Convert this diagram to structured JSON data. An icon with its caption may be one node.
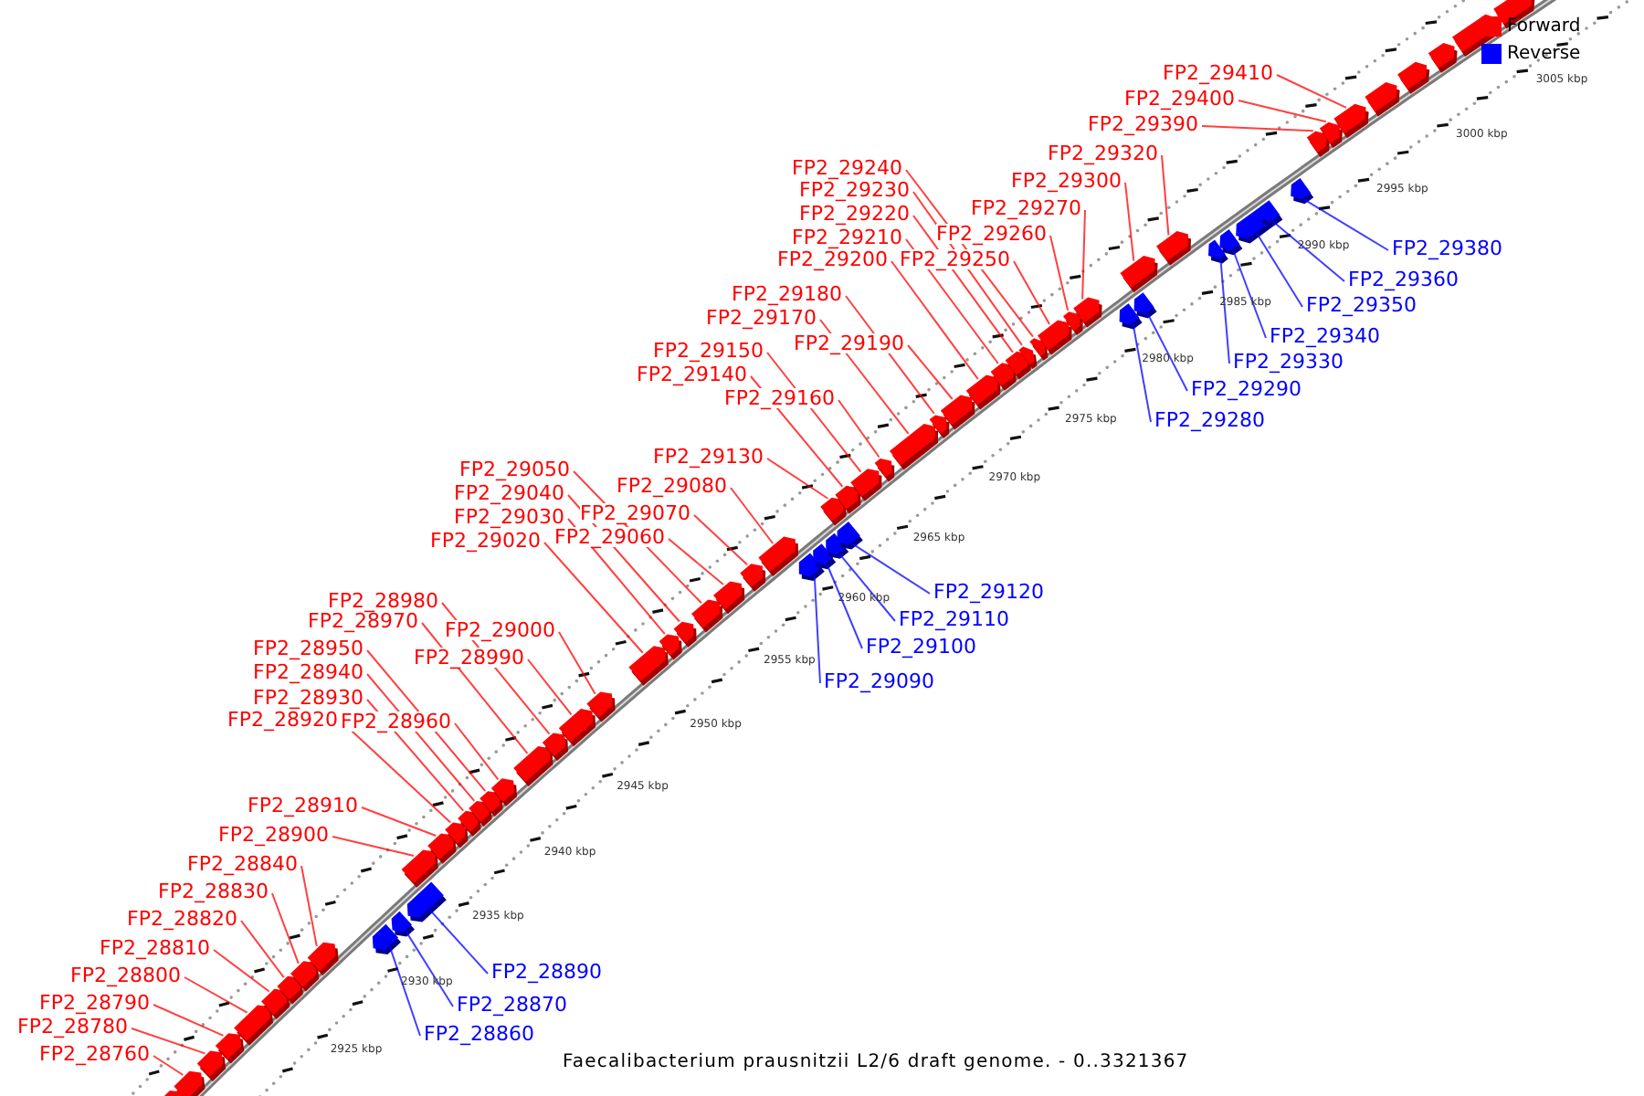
{
  "diagram": {
    "caption": "Faecalibacterium prausnitzii L2/6 draft genome. - 0..3321367",
    "nodes": [
      {
        "text": [
          "FP2_28760"
        ]
      },
      {
        "text": [],
        "shape": "arrow"
      },
      {
        "text": [
          "FP2_28780"
        ]
      },
      {
        "text": [],
        "shape": "arrow"
      },
      {
        "text": [
          "FP2_28790"
        ]
      },
      {
        "text": [],
        "shape": "arrow"
      },
      {
        "text": [
          "FP2_28800"
        ]
      },
      {
        "text": [],
        "shape": "arrow"
      },
      {
        "text": [
          "FP2_28810"
        ]
      },
      {
        "text": [],
        "shape": "arrow"
      },
      {
        "text": [
          "FP2_28820"
        ]
      },
      {
        "text": [],
        "shape": "arrow"
      },
      {
        "text": [
          "FP2_28830"
        ]
      },
      {
        "text": [],
        "shape": "arrow"
      },
      {
        "text": [
          "FP2_28840"
        ]
      },
      {
        "text": [],
        "shape": "arrow"
      },
      {
        "text": [
          "FP2_28860"
        ]
      },
      {
        "text": [],
        "shape": "arrow"
      },
      {
        "text": [
          "FP2_28870"
        ]
      },
      {
        "text": [],
        "shape": "arrow"
      },
      {
        "text": [
          "FP2_28890"
        ]
      },
      {
        "text": [],
        "shape": "arrow"
      },
      {
        "text": [
          "FP2_28900"
        ]
      },
      {
        "text": [],
        "shape": "arrow"
      },
      {
        "text": [
          "FP2_28910"
        ]
      },
      {
        "text": [],
        "shape": "arrow"
      },
      {
        "text": [
          "FP2_28920"
        ]
      },
      {
        "text": [],
        "shape": "arrow"
      },
      {
        "text": [
          "FP2_28930"
        ]
      },
      {
        "text": [],
        "shape": "arrow"
      },
      {
        "text": [
          "FP2_28940"
        ]
      },
      {
        "text": [],
        "shape": "arrow"
      },
      {
        "text": [
          "FP2_28950"
        ]
      },
      {
        "text": [],
        "shape": "arrow"
      },
      {
        "text": [
          "FP2_28960"
        ]
      },
      {
        "text": [],
        "shape": "arrow"
      },
      {
        "text": [
          "FP2_28970"
        ]
      },
      {
        "text": [],
        "shape": "arrow"
      },
      {
        "text": [
          "FP2_28980"
        ]
      },
      {
        "text": [],
        "shape": "arrow"
      },
      {
        "text": [
          "FP2_28990"
        ]
      },
      {
        "text": [],
        "shape": "arrow"
      },
      {
        "text": [
          "FP2_29000"
        ]
      },
      {
        "text": [],
        "shape": "arrow"
      },
      {
        "text": [
          "FP2_29020"
        ]
      },
      {
        "text": [],
        "shape": "arrow"
      },
      {
        "text": [
          "FP2_29030"
        ]
      },
      {
        "text": [],
        "shape": "arrow"
      },
      {
        "text": [
          "FP2_29040"
        ]
      },
      {
        "text": [],
        "shape": "arrow"
      },
      {
        "text": [
          "FP2_29050"
        ]
      },
      {
        "text": [],
        "shape": "arrow"
      },
      {
        "text": [
          "FP2_29060"
        ]
      },
      {
        "text": [],
        "shape": "arrow"
      },
      {
        "text": [
          "FP2_29070"
        ]
      },
      {
        "text": [],
        "shape": "arrow"
      },
      {
        "text": [
          "FP2_29080"
        ]
      },
      {
        "text": [],
        "shape": "arrow"
      },
      {
        "text": [
          "FP2_29090"
        ]
      },
      {
        "text": [],
        "shape": "arrow"
      },
      {
        "text": [
          "FP2_29100"
        ]
      },
      {
        "text": [],
        "shape": "arrow"
      },
      {
        "text": [
          "FP2_29110"
        ]
      },
      {
        "text": [],
        "shape": "arrow"
      },
      {
        "text": [
          "FP2_29120"
        ]
      },
      {
        "text": [],
        "shape": "arrow"
      },
      {
        "text": [
          "FP2_29130"
        ]
      },
      {
        "text": [],
        "shape": "arrow"
      },
      {
        "text": [
          "FP2_29140"
        ]
      },
      {
        "text": [],
        "shape": "arrow"
      },
      {
        "text": [
          "FP2_29150"
        ]
      },
      {
        "text": [],
        "shape": "arrow"
      },
      {
        "text": [
          "FP2_29160"
        ]
      },
      {
        "text": [],
        "shape": "arrow"
      },
      {
        "text": [
          "FP2_29170"
        ]
      },
      {
        "text": [],
        "shape": "arrow"
      },
      {
        "text": [
          "FP2_29180"
        ]
      },
      {
        "text": [],
        "shape": "arrow"
      },
      {
        "text": [
          "FP2_29190"
        ]
      },
      {
        "text": [],
        "shape": "arrow"
      },
      {
        "text": [
          "FP2_29200"
        ]
      },
      {
        "text": [],
        "shape": "arrow"
      },
      {
        "text": [
          "FP2_29210"
        ]
      },
      {
        "text": [],
        "shape": "arrow"
      },
      {
        "text": [
          "FP2_29220"
        ]
      },
      {
        "text": [],
        "shape": "arrow"
      },
      {
        "text": [
          "FP2_29230"
        ]
      },
      {
        "text": [],
        "shape": "arrow"
      },
      {
        "text": [
          "FP2_29240"
        ]
      },
      {
        "text": [],
        "shape": "arrow"
      },
      {
        "text": [
          "FP2_29250"
        ]
      },
      {
        "text": [],
        "shape": "arrow"
      },
      {
        "text": [
          "FP2_29260"
        ]
      },
      {
        "text": [],
        "shape": "arrow"
      },
      {
        "text": [
          "FP2_29270"
        ]
      },
      {
        "text": [],
        "shape": "arrow"
      },
      {
        "text": [
          "FP2_29280"
        ]
      },
      {
        "text": [],
        "shape": "arrow"
      },
      {
        "text": [
          "FP2_29290"
        ]
      },
      {
        "text": [],
        "shape": "arrow"
      },
      {
        "text": [
          "FP2_29300"
        ]
      },
      {
        "text": [],
        "shape": "arrow"
      },
      {
        "text": [
          "FP2_29320"
        ]
      },
      {
        "text": [],
        "shape": "arrow"
      },
      {
        "text": [
          "FP2_29330"
        ]
      },
      {
        "text": [],
        "shape": "arrow"
      },
      {
        "text": [
          "FP2_29340"
        ]
      },
      {
        "text": [],
        "shape": "arrow"
      },
      {
        "text": [
          "FP2_29350"
        ]
      },
      {
        "text": [],
        "shape": "arrow"
      },
      {
        "text": [
          "FP2_29360"
        ]
      },
      {
        "text": [],
        "shape": "arrow"
      },
      {
        "text": [
          "FP2_29380"
        ]
      },
      {
        "text": [],
        "shape": "arrow"
      },
      {
        "text": [
          "FP2_29390"
        ]
      },
      {
        "text": [],
        "shape": "arrow"
      },
      {
        "text": [
          "FP2_29400"
        ]
      },
      {
        "text": [],
        "shape": "arrow"
      },
      {
        "text": [
          "FP2_29410"
        ]
      },
      {
        "text": [],
        "shape": "arrow"
      },
      {
        "text": [],
        "shape": "arrow"
      },
      {
        "text": [],
        "shape": "arrow"
      },
      {
        "text": [],
        "shape": "arrow"
      },
      {
        "text": [],
        "shape": "arrow"
      },
      {
        "text": [],
        "shape": "arrow"
      },
      {
        "text": [],
        "shape": "arrow"
      }
    ],
    "edges": [
      {
        "from": 0,
        "to": 1,
        "arrow": "none"
      },
      {
        "from": 2,
        "to": 3,
        "arrow": "none"
      },
      {
        "from": 4,
        "to": 5,
        "arrow": "none"
      },
      {
        "from": 6,
        "to": 7,
        "arrow": "none"
      },
      {
        "from": 8,
        "to": 9,
        "arrow": "none"
      },
      {
        "from": 10,
        "to": 11,
        "arrow": "none"
      },
      {
        "from": 12,
        "to": 13,
        "arrow": "none"
      },
      {
        "from": 14,
        "to": 15,
        "arrow": "none"
      },
      {
        "from": 16,
        "to": 17,
        "arrow": "none",
        "color": "#0000ff"
      },
      {
        "from": 18,
        "to": 19,
        "arrow": "none",
        "color": "#0000ff"
      },
      {
        "from": 20,
        "to": 21,
        "arrow": "none",
        "color": "#0000ff"
      },
      {
        "from": 22,
        "to": 23,
        "arrow": "none"
      },
      {
        "from": 24,
        "to": 25,
        "arrow": "none"
      },
      {
        "from": 26,
        "to": 27,
        "arrow": "none"
      },
      {
        "from": 28,
        "to": 29,
        "arrow": "none"
      },
      {
        "from": 30,
        "to": 31,
        "arrow": "none"
      },
      {
        "from": 32,
        "to": 33,
        "arrow": "none"
      },
      {
        "from": 34,
        "to": 35,
        "arrow": "none"
      },
      {
        "from": 36,
        "to": 37,
        "arrow": "none"
      },
      {
        "from": 38,
        "to": 39,
        "arrow": "none"
      },
      {
        "from": 40,
        "to": 41,
        "arrow": "none"
      },
      {
        "from": 42,
        "to": 43,
        "arrow": "none"
      },
      {
        "from": 44,
        "to": 45,
        "arrow": "none"
      },
      {
        "from": 46,
        "to": 47,
        "arrow": "none"
      },
      {
        "from": 48,
        "to": 49,
        "arrow": "none"
      },
      {
        "from": 50,
        "to": 51,
        "arrow": "none"
      },
      {
        "from": 52,
        "to": 53,
        "arrow": "none"
      },
      {
        "from": 54,
        "to": 55,
        "arrow": "none"
      },
      {
        "from": 56,
        "to": 57,
        "arrow": "none"
      },
      {
        "from": 58,
        "to": 59,
        "arrow": "none",
        "color": "#0000ff"
      },
      {
        "from": 60,
        "to": 61,
        "arrow": "none",
        "color": "#0000ff"
      },
      {
        "from": 62,
        "to": 63,
        "arrow": "none",
        "color": "#0000ff"
      },
      {
        "from": 64,
        "to": 65,
        "arrow": "none",
        "color": "#0000ff"
      },
      {
        "from": 66,
        "to": 67,
        "arrow": "none"
      },
      {
        "from": 68,
        "to": 69,
        "arrow": "none"
      },
      {
        "from": 70,
        "to": 71,
        "arrow": "none"
      },
      {
        "from": 72,
        "to": 73,
        "arrow": "none"
      },
      {
        "from": 74,
        "to": 75,
        "arrow": "none"
      },
      {
        "from": 76,
        "to": 77,
        "arrow": "none"
      },
      {
        "from": 78,
        "to": 79,
        "arrow": "none"
      },
      {
        "from": 80,
        "to": 81,
        "arrow": "none"
      },
      {
        "from": 82,
        "to": 83,
        "arrow": "none"
      },
      {
        "from": 84,
        "to": 85,
        "arrow": "none"
      },
      {
        "from": 86,
        "to": 87,
        "arrow": "none"
      },
      {
        "from": 88,
        "to": 89,
        "arrow": "none"
      },
      {
        "from": 90,
        "to": 91,
        "arrow": "none"
      },
      {
        "from": 92,
        "to": 93,
        "arrow": "none"
      },
      {
        "from": 94,
        "to": 95,
        "arrow": "none"
      },
      {
        "from": 96,
        "to": 97,
        "arrow": "none",
        "color": "#0000ff"
      },
      {
        "from": 98,
        "to": 99,
        "arrow": "none",
        "color": "#0000ff"
      },
      {
        "from": 100,
        "to": 101,
        "arrow": "none"
      },
      {
        "from": 102,
        "to": 103,
        "arrow": "none"
      },
      {
        "from": 104,
        "to": 105,
        "arrow": "none",
        "color": "#0000ff"
      },
      {
        "from": 106,
        "to": 107,
        "arrow": "none",
        "color": "#0000ff"
      },
      {
        "from": 108,
        "to": 109,
        "arrow": "none",
        "color": "#0000ff"
      },
      {
        "from": 110,
        "to": 111,
        "arrow": "none",
        "color": "#0000ff"
      },
      {
        "from": 112,
        "to": 113,
        "arrow": "none",
        "color": "#0000ff"
      },
      {
        "from": 114,
        "to": 115,
        "arrow": "none"
      },
      {
        "from": 116,
        "to": 117,
        "arrow": "none"
      },
      {
        "from": 118,
        "to": 119,
        "arrow": "none"
      }
    ],
    "labels": [
      "2925 kbp",
      "2930 kbp",
      "2935 kbp",
      "2940 kbp",
      "2945 kbp",
      "2950 kbp",
      "2955 kbp",
      "2960 kbp",
      "2965 kbp",
      "2970 kbp",
      "2975 kbp",
      "2980 kbp",
      "2985 kbp",
      "2990 kbp",
      "2995 kbp",
      "3000 kbp",
      "3005 kbp"
    ],
    "legend": [
      {
        "text": "Forward",
        "color": "#ff0000"
      },
      {
        "text": "Reverse",
        "color": "#0000ff"
      }
    ]
  }
}
